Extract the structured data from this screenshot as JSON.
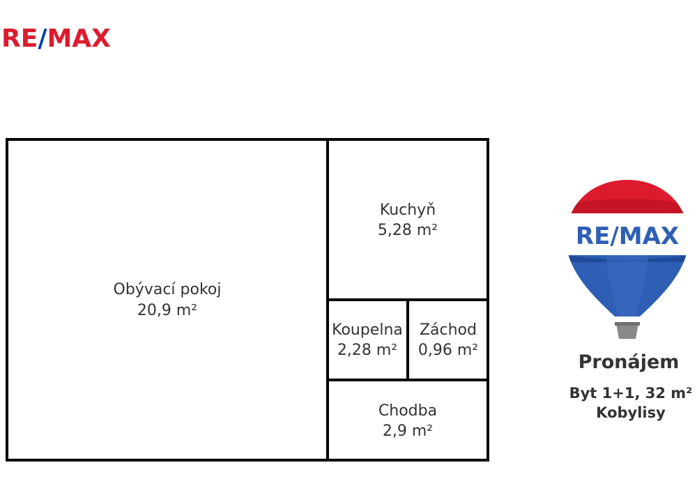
{
  "logo": {
    "part1": "RE",
    "slash": "/",
    "part2": "MAX",
    "brand_red": "#dc1c2e",
    "brand_blue": "#003da5"
  },
  "floor_plan": {
    "rooms": [
      {
        "name": "Obývací pokoj",
        "area": "20,9 m²"
      },
      {
        "name": "Kuchyň",
        "area": "5,28 m²"
      },
      {
        "name": "Koupelna",
        "area": "2,28 m²"
      },
      {
        "name": "Záchod",
        "area": "0,96 m²"
      },
      {
        "name": "Chodba",
        "area": "2,9 m²"
      }
    ]
  },
  "balloon_logo": {
    "text": "RE/MAX"
  },
  "listing": {
    "title": "Pronájem",
    "line1": "Byt 1+1, 32 m²",
    "line2": "Kobylisy"
  }
}
